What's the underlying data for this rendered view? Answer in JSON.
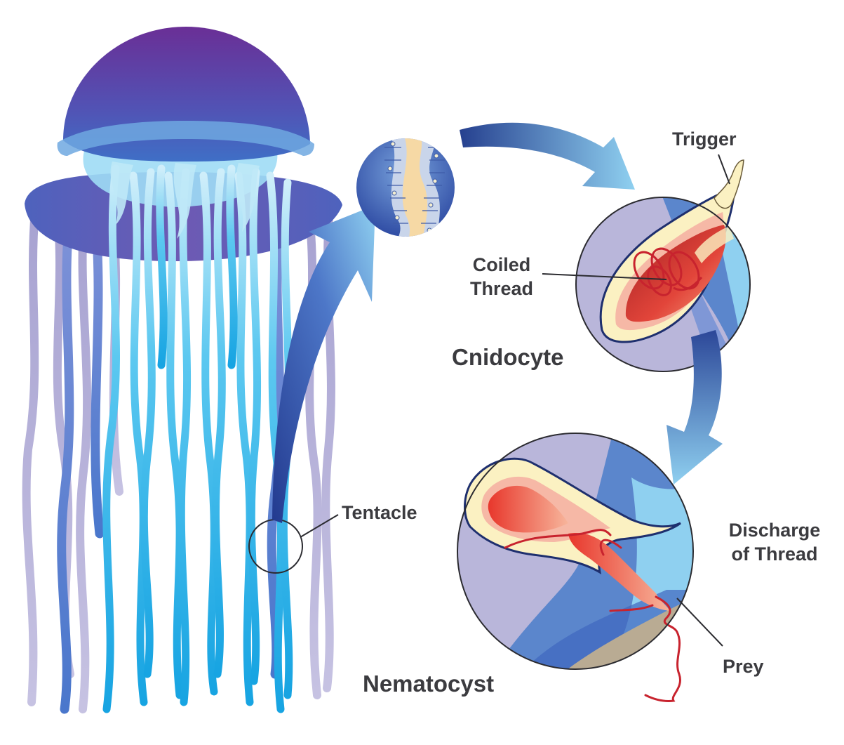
{
  "labels": {
    "trigger": "Trigger",
    "coiled_thread_line1": "Coiled",
    "coiled_thread_line2": "Thread",
    "cnidocyte": "Cnidocyte",
    "tentacle": "Tentacle",
    "discharge_line1": "Discharge",
    "discharge_line2": "of Thread",
    "prey": "Prey",
    "nematocyst": "Nematocyst"
  },
  "colors": {
    "label_text": "#3b3b3f",
    "bell_top": "#6a2f96",
    "bell_bottom": "#3f6fc6",
    "tentacle_light": "#5cc8f0",
    "tentacle_dark": "#17a4e2",
    "tentacle_lavender": "#b9b4d8",
    "panel_lavender": "#b9b6da",
    "panel_blue": "#5b86cc",
    "panel_light_blue": "#8fd0f0",
    "capsule_cream": "#fbf1c2",
    "capsule_red": "#e2453a",
    "thread_red": "#c8232e",
    "prey_tan": "#b9ab93",
    "outline": "#1e2f6e"
  }
}
